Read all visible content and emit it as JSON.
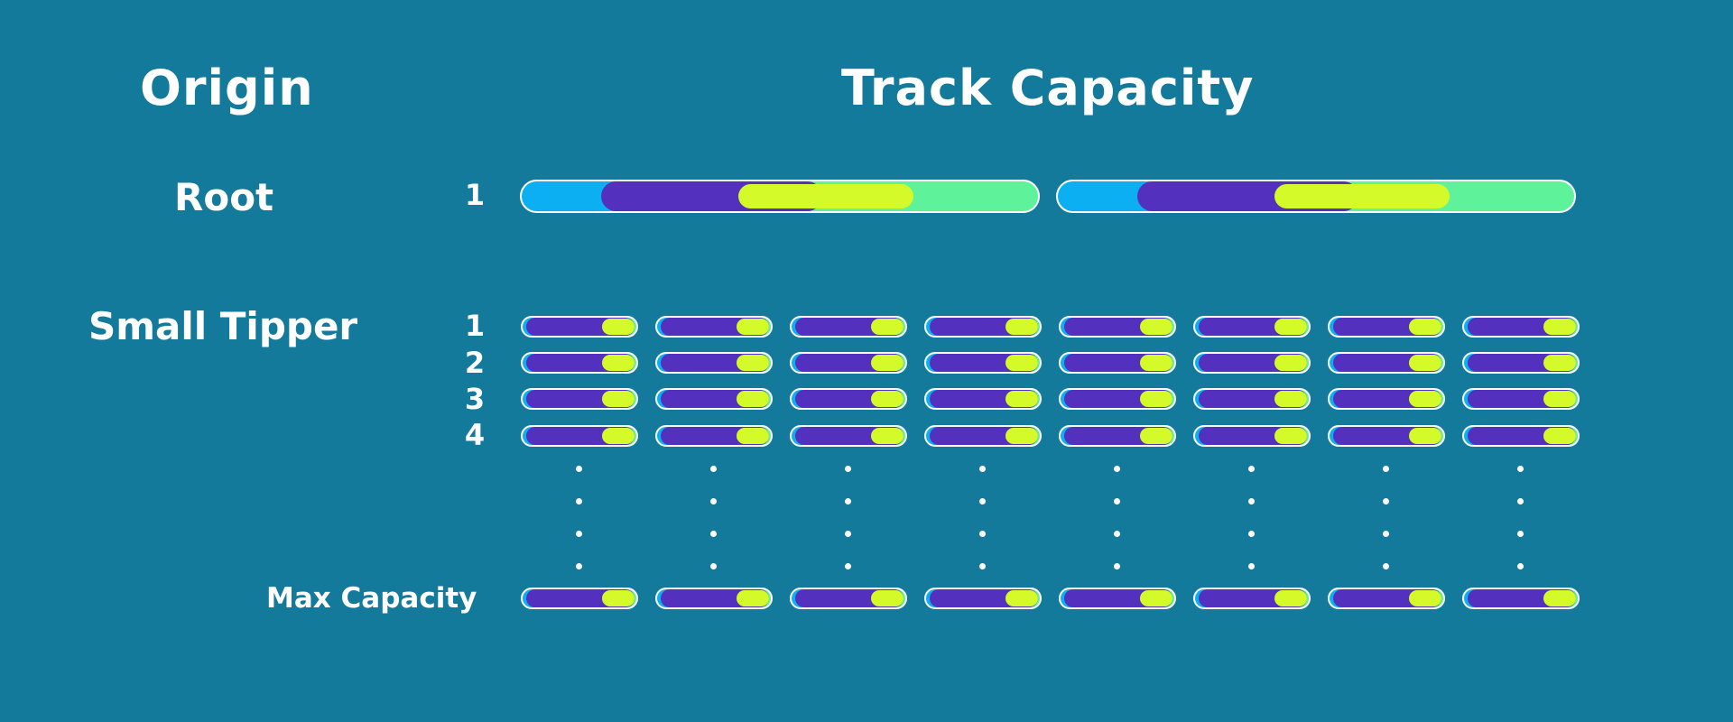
{
  "headers": {
    "origin": "Origin",
    "track_capacity": "Track Capacity"
  },
  "root": {
    "label": "Root",
    "row_number": "1",
    "track_count": 2
  },
  "small_tipper": {
    "label": "Small Tipper",
    "row_numbers": [
      "1",
      "2",
      "3",
      "4"
    ],
    "column_count": 8,
    "max_label": "Max Capacity"
  },
  "colors": {
    "background": "#147a9b",
    "cyan": "#0cb0f2",
    "purple": "#5430be",
    "lime": "#d5fa2a",
    "green": "#5ef29b",
    "text": "#ffffff"
  }
}
